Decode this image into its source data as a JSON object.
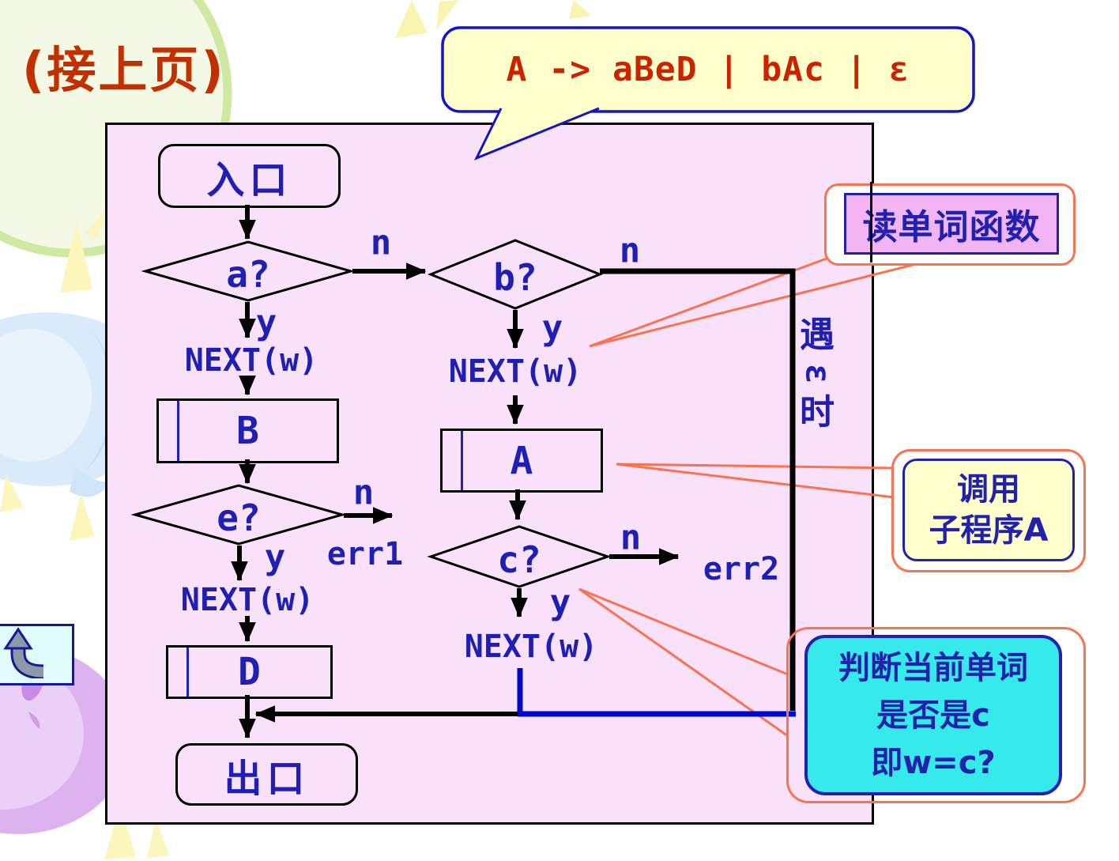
{
  "slide": {
    "title": "(接上页)"
  },
  "grammar_bubble": {
    "text": "A -> aBeD | bAc | ε"
  },
  "labels": {
    "yes": "y",
    "no": "n",
    "next": "NEXT(w)",
    "err1": "err1",
    "err2": "err2"
  },
  "nodes": {
    "entry": "入口",
    "exit": "出口",
    "decision_a": "a?",
    "decision_b": "b?",
    "decision_e": "e?",
    "decision_c": "c?",
    "process_b": "B",
    "process_a": "A",
    "process_d": "D"
  },
  "epsilon_note": {
    "char1": "遇",
    "char2": "ε",
    "char3": "时"
  },
  "callouts": {
    "read_word": {
      "text": "读单词函数"
    },
    "call_subroutine": {
      "line1": "调用",
      "line2": "子程序A"
    },
    "judge_word": {
      "line1": "判断当前单词",
      "line2": "是否是c",
      "line3": "即w=c?"
    }
  },
  "colors": {
    "title_red": "#c33000",
    "grammar_red": "#cc2200",
    "flow_blue": "#1f1fb4",
    "line_blue": "#0008cc",
    "salmon_accent": "#f87352",
    "pink_panel": "#f9e1f9",
    "bubble_yellow": "#ffffcc",
    "callout_purple": "#f2b4f2",
    "callout_cyan": "#36e9ea"
  }
}
